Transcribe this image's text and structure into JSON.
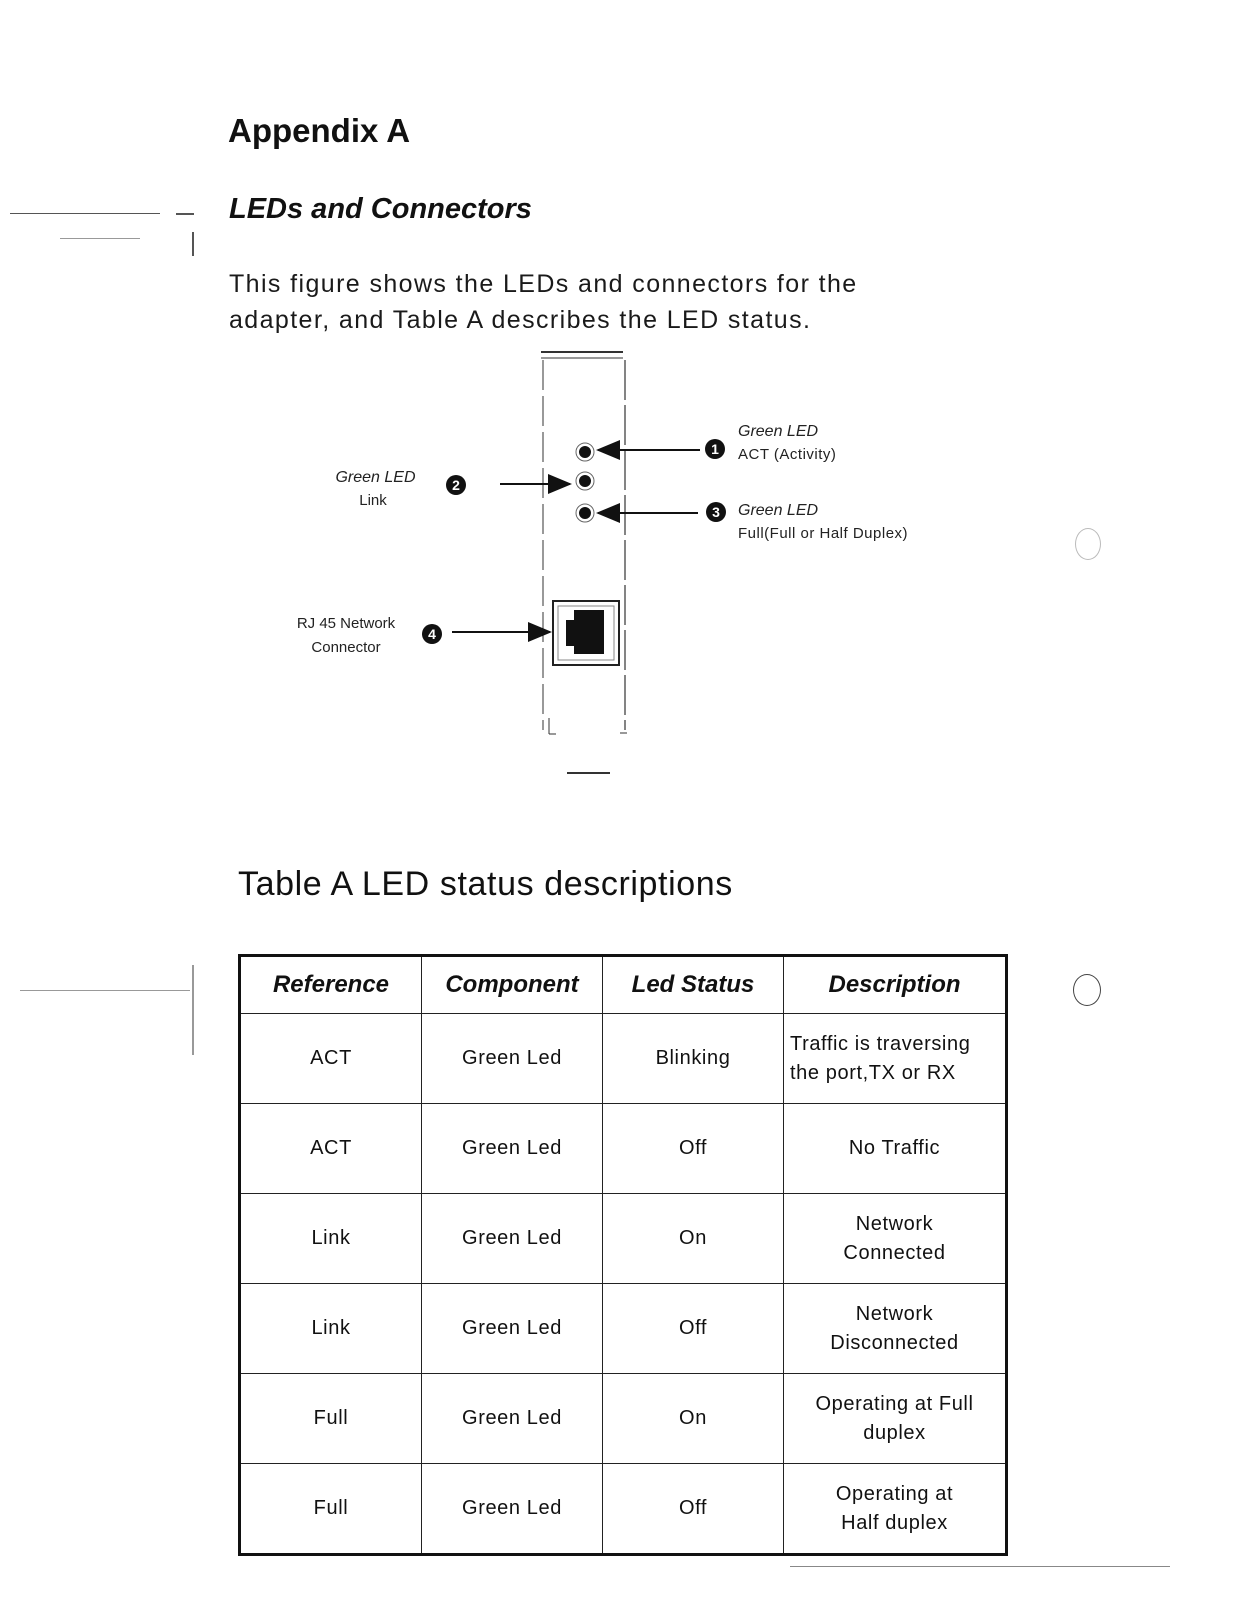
{
  "heading": "Appendix A",
  "subheading": "LEDs and Connectors",
  "intro": {
    "line1": "This figure shows the LEDs and connectors for the",
    "line2": "adapter, and Table A describes the LED status."
  },
  "figure": {
    "callout1": {
      "number": "1",
      "line1": "Green LED",
      "line2": "ACT (Activity)"
    },
    "callout2": {
      "number": "2",
      "line1": "Green LED",
      "line2": "Link"
    },
    "callout3": {
      "number": "3",
      "line1": "Green LED",
      "line2": "Full(Full or Half Duplex)"
    },
    "callout4": {
      "number": "4",
      "line1": "RJ 45 Network",
      "line2": "Connector"
    }
  },
  "table": {
    "title": "Table A LED status descriptions",
    "headers": [
      "Reference",
      "Component",
      "Led Status",
      "Description"
    ],
    "rows": [
      [
        "ACT",
        "Green Led",
        "Blinking",
        "Traffic is traversing the port,TX or RX"
      ],
      [
        "ACT",
        "Green Led",
        "Off",
        "No Traffic"
      ],
      [
        "Link",
        "Green Led",
        "On",
        "Network Connected"
      ],
      [
        "Link",
        "Green Led",
        "Off",
        "Network Disconnected"
      ],
      [
        "Full",
        "Green Led",
        "On",
        "Operating at Full duplex"
      ],
      [
        "Full",
        "Green Led",
        "Off",
        "Operating at Half duplex"
      ]
    ]
  }
}
